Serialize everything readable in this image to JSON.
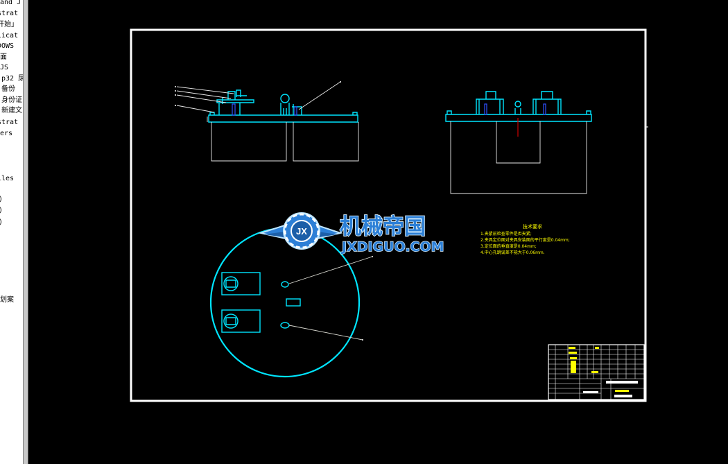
{
  "left_panel": {
    "items": [
      {
        "label": "and J"
      },
      {
        "label": "strat"
      },
      {
        "label": "开始」"
      },
      {
        "label": "licat"
      },
      {
        "label": "DOWS"
      },
      {
        "label": "面"
      },
      {
        "label": "JS"
      },
      {
        "label": "p32 尿"
      },
      {
        "label": "备份"
      },
      {
        "label": "身份证"
      },
      {
        "label": "新建文"
      },
      {
        "label": "strat"
      },
      {
        "label": "ers"
      },
      {
        "label": "iles"
      },
      {
        "label": ")"
      },
      {
        "label": ")"
      },
      {
        "label": ")"
      },
      {
        "label": "划案"
      }
    ]
  },
  "watermark": {
    "brand_cn": "机械帝国",
    "brand_en": "JXDIGUO.COM",
    "emblem": "JX"
  },
  "tech_requirements": {
    "title": "技术要求",
    "lines": [
      "1.夹紧前检查零件是否夹紧;",
      "2.夹具定位面对夹具安装面的平行度是0.04mm;",
      "3.定位面的垂直度是0.04mm;",
      "4.中心孔跳误差不能大于0.06mm."
    ]
  },
  "colors": {
    "background": "#000000",
    "drawing_cyan": "#00e5ff",
    "frame_white": "#ffffff",
    "text_yellow": "#ffff00",
    "watermark_blue": "#2c7fd6"
  },
  "icons": [
    "gear-emblem-icon",
    "wing-icon"
  ]
}
